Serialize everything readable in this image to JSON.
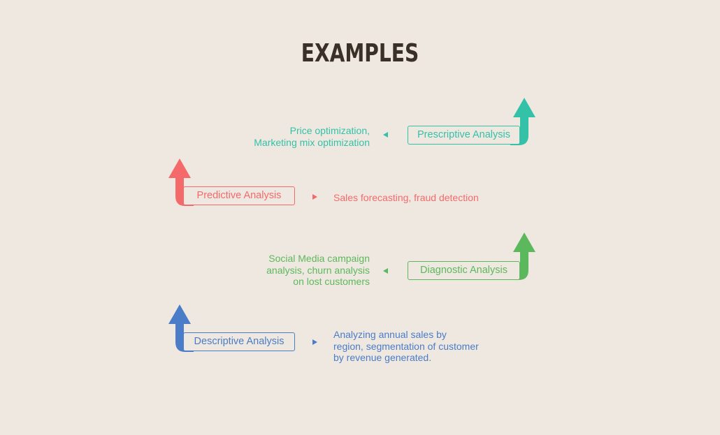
{
  "title": "EXAMPLES",
  "colors": {
    "prescriptive": "#33c1a8",
    "predictive": "#f46a6a",
    "diagnostic": "#5cb85c",
    "descriptive": "#4a7cc7",
    "title": "#3a3028"
  },
  "rows": [
    {
      "label": "Prescriptive Analysis",
      "examples": [
        "Price optimization,",
        "Marketing mix optimization"
      ]
    },
    {
      "label": "Predictive Analysis",
      "examples": [
        "Sales forecasting, fraud detection"
      ]
    },
    {
      "label": "Diagnostic Analysis",
      "examples": [
        "Social Media campaign",
        "analysis, churn analysis",
        "on lost customers"
      ]
    },
    {
      "label": "Descriptive Analysis",
      "examples": [
        "Analyzing annual sales by",
        "region, segmentation of customer",
        "by revenue generated."
      ]
    }
  ]
}
